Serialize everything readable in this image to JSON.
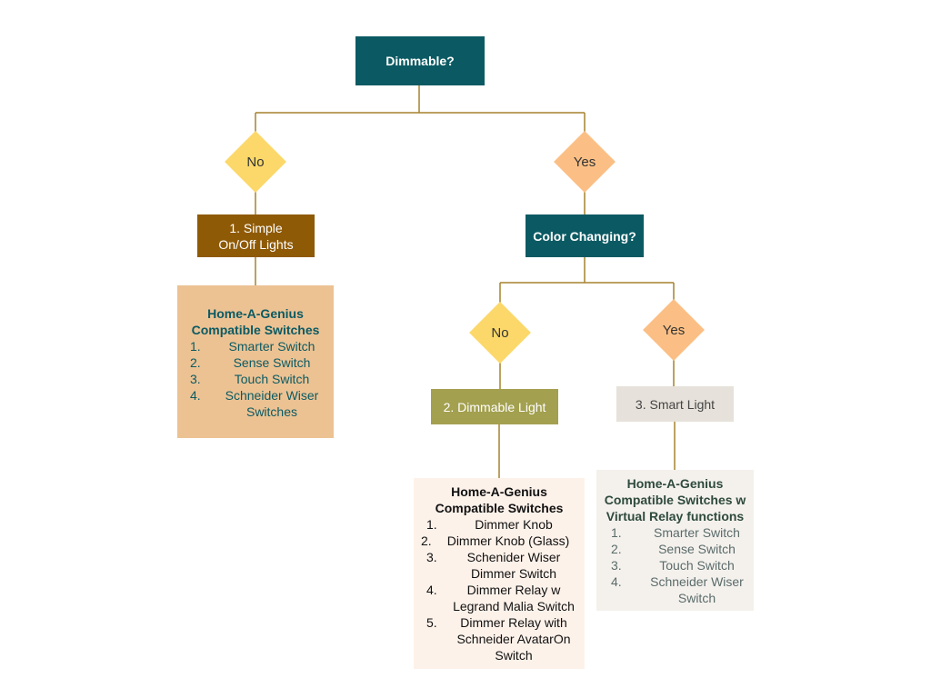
{
  "root": {
    "label": "Dimmable?"
  },
  "branch_no": {
    "choice": "No",
    "result": {
      "line1": "1. Simple",
      "line2": "On/Off Lights"
    },
    "panel": {
      "heading_line1": "Home-A-Genius",
      "heading_line2": "Compatible Switches",
      "items": [
        {
          "num": "1.",
          "text": "Smarter Switch"
        },
        {
          "num": "2.",
          "text": "Sense Switch"
        },
        {
          "num": "3.",
          "text": "Touch Switch"
        },
        {
          "num": "4.",
          "text": "Schneider Wiser Switches"
        }
      ]
    }
  },
  "branch_yes": {
    "choice": "Yes",
    "question": "Color Changing?",
    "sub_no": {
      "choice": "No",
      "result": "2. Dimmable Light",
      "panel": {
        "heading_line1": "Home-A-Genius",
        "heading_line2": "Compatible Switches",
        "items": [
          {
            "num": "1.",
            "text": "Dimmer Knob"
          },
          {
            "num": "2.",
            "text": "Dimmer Knob (Glass)"
          },
          {
            "num": "3.",
            "text": "Schenider Wiser Dimmer Switch"
          },
          {
            "num": "4.",
            "text": "Dimmer Relay w Legrand Malia Switch"
          },
          {
            "num": "5.",
            "text": "Dimmer Relay with Schneider AvatarOn Switch"
          }
        ]
      }
    },
    "sub_yes": {
      "choice": "Yes",
      "result": "3. Smart Light",
      "panel": {
        "heading_line1": "Home-A-Genius",
        "heading_line2": "Compatible Switches w",
        "heading_line3": "Virtual Relay functions",
        "items": [
          {
            "num": "1.",
            "text": "Smarter Switch"
          },
          {
            "num": "2.",
            "text": "Sense Switch"
          },
          {
            "num": "3.",
            "text": "Touch Switch"
          },
          {
            "num": "4.",
            "text": "Schneider Wiser Switch"
          }
        ]
      }
    }
  },
  "colors": {
    "question_fill": "#0b5a63",
    "connector": "#a5822e",
    "no_diamond": "#fcd86a",
    "yes_diamond": "#fbbf85",
    "result1_fill": "#8f5a06",
    "result2_fill": "#a3a04f",
    "result3_fill": "#e6e1da",
    "panel1_fill": "#ecc293",
    "panel2_fill": "#fdf2ea",
    "panel3_fill": "#f4f1ed"
  }
}
